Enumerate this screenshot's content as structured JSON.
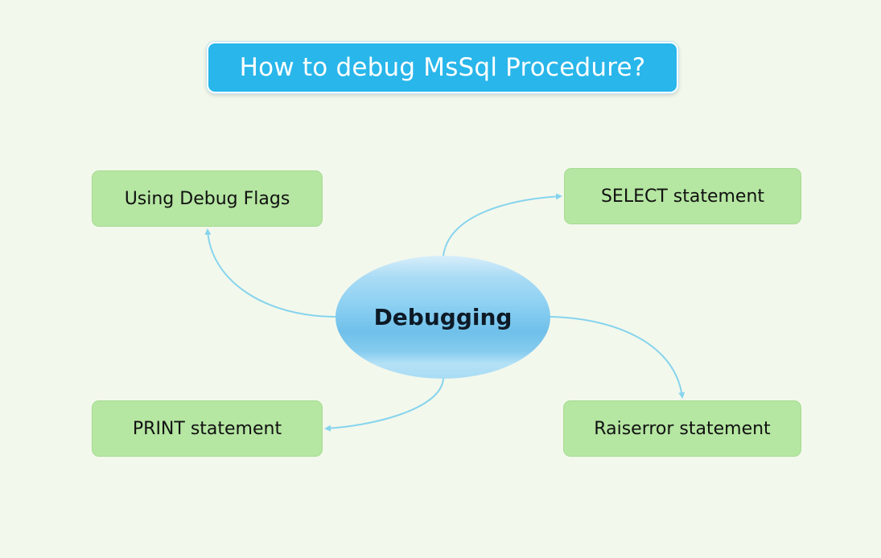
{
  "title": "How to debug MsSql Procedure?",
  "center": "Debugging",
  "branches": {
    "debug_flags": "Using Debug Flags",
    "select": "SELECT statement",
    "print": "PRINT statement",
    "raiserror": "Raiserror statement"
  },
  "colors": {
    "background": "#f3f8ec",
    "title_fill": "#29b6ea",
    "node_fill": "#b5e6a2",
    "connector": "#86d4ee"
  }
}
